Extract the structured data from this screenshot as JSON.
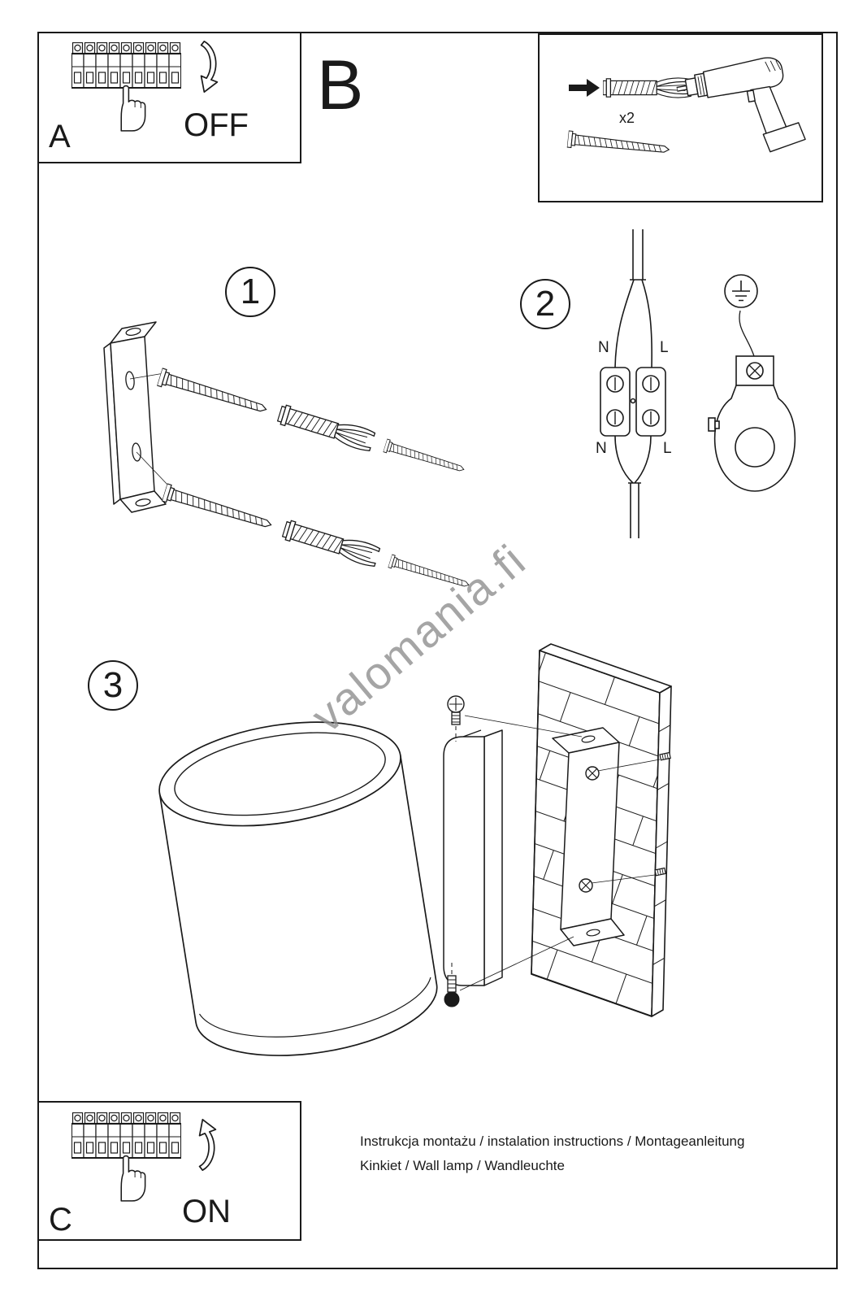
{
  "document": {
    "watermark": "valomania.fi",
    "footer_line1": "Instrukcja montażu / instalation instructions / Montageanleitung",
    "footer_line2": "Kinkiet / Wall lamp / Wandleuchte"
  },
  "panel_off": {
    "label": "A",
    "state": "OFF"
  },
  "panel_on": {
    "label": "C",
    "state": "ON"
  },
  "parts_box": {
    "label": "B",
    "quantity": "x2"
  },
  "steps": {
    "step1": "1",
    "step2": "2",
    "step3": "3"
  },
  "wiring": {
    "neutral_top": "N",
    "live_top": "L",
    "neutral_bottom": "N",
    "live_bottom": "L"
  }
}
